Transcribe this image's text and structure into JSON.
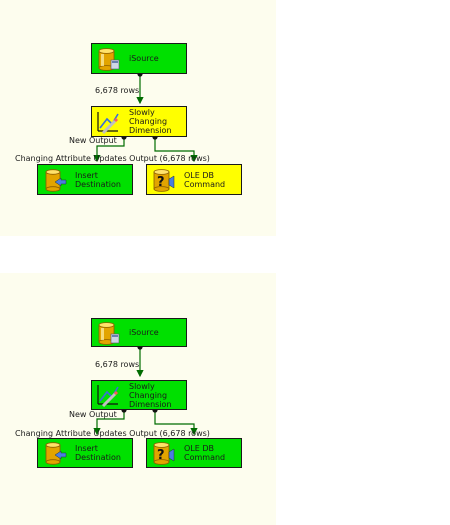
{
  "flows": [
    {
      "id": "top",
      "source_label": "iSource",
      "source_rows": "6,678 rows",
      "scd_label": "Slowly Changing\nDimension",
      "new_output_label": "New Output",
      "changing_output_label": "Changing Attribute Updates Output (6,678 rows)",
      "insert_label": "Insert\nDestination",
      "oledb_label": "OLE DB\nCommand",
      "scd_status": "warning",
      "oledb_status": "warning"
    },
    {
      "id": "bottom",
      "source_label": "iSource",
      "source_rows": "6,678 rows",
      "scd_label": "Slowly Changing\nDimension",
      "new_output_label": "New Output",
      "changing_output_label": "Changing Attribute Updates Output (6,678 rows)",
      "insert_label": "Insert\nDestination",
      "oledb_label": "OLE DB\nCommand",
      "scd_status": "success",
      "oledb_status": "success"
    }
  ],
  "colors": {
    "success": "#00e000",
    "warning": "#ffff00",
    "canvas": "#fdfdee",
    "wire": "#006c00"
  },
  "icons": {
    "source": "database-cylinder-icon",
    "scd": "slowly-changing-dimension-icon",
    "insert": "database-insert-icon",
    "oledb": "question-database-icon"
  }
}
